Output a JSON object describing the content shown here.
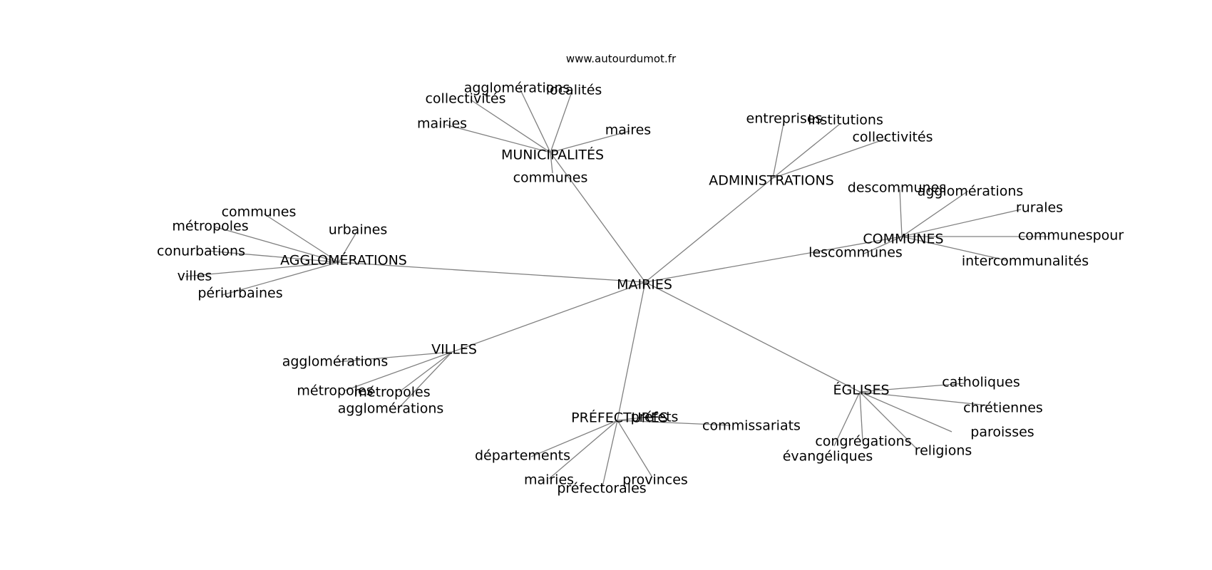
{
  "site": "www.autourdumot.fr",
  "colors": {
    "edge": "#808080",
    "text": "#000000",
    "background": "#ffffff"
  },
  "center": "MAIRIES",
  "groups": [
    {
      "hub": "MUNICIPALITÉS",
      "leaves": [
        "agglomérations",
        "localités",
        "collectivités",
        "mairies",
        "maires",
        "communes"
      ]
    },
    {
      "hub": "ADMINISTRATIONS",
      "leaves": [
        "entreprises",
        "institutions",
        "collectivités"
      ]
    },
    {
      "hub": "COMMUNES",
      "leaves": [
        "descommunes",
        "agglomérations",
        "rurales",
        "communespour",
        "intercommunalités",
        "lescommunes"
      ]
    },
    {
      "hub": "AGGLOMÉRATIONS",
      "leaves": [
        "communes",
        "urbaines",
        "métropoles",
        "conurbations",
        "villes",
        "périurbaines"
      ]
    },
    {
      "hub": "VILLES",
      "leaves": [
        "agglomérations",
        "métropoles",
        "métropoles",
        "agglomérations"
      ]
    },
    {
      "hub": "PRÉFECTURES",
      "leaves": [
        "préfets",
        "commissariats",
        "départements",
        "mairies",
        "préfectorales",
        "provinces"
      ]
    },
    {
      "hub": "ÉGLISES",
      "leaves": [
        "catholiques",
        "chrétiennes",
        "paroisses",
        "religions",
        "congrégations",
        "évangéliques"
      ]
    }
  ]
}
